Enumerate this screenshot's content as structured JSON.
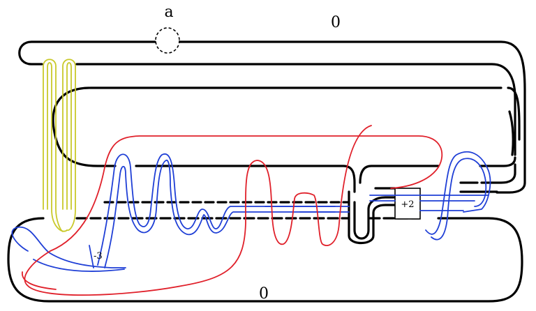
{
  "labels": {
    "top_framing": "0",
    "bottom_framing": "0",
    "meridian": "a",
    "twist_box": "+2",
    "twist_left": "-3"
  },
  "colors": {
    "black": "#000000",
    "blue": "#1f3fd6",
    "red": "#e0202a",
    "yellow": "#c9c92a"
  }
}
